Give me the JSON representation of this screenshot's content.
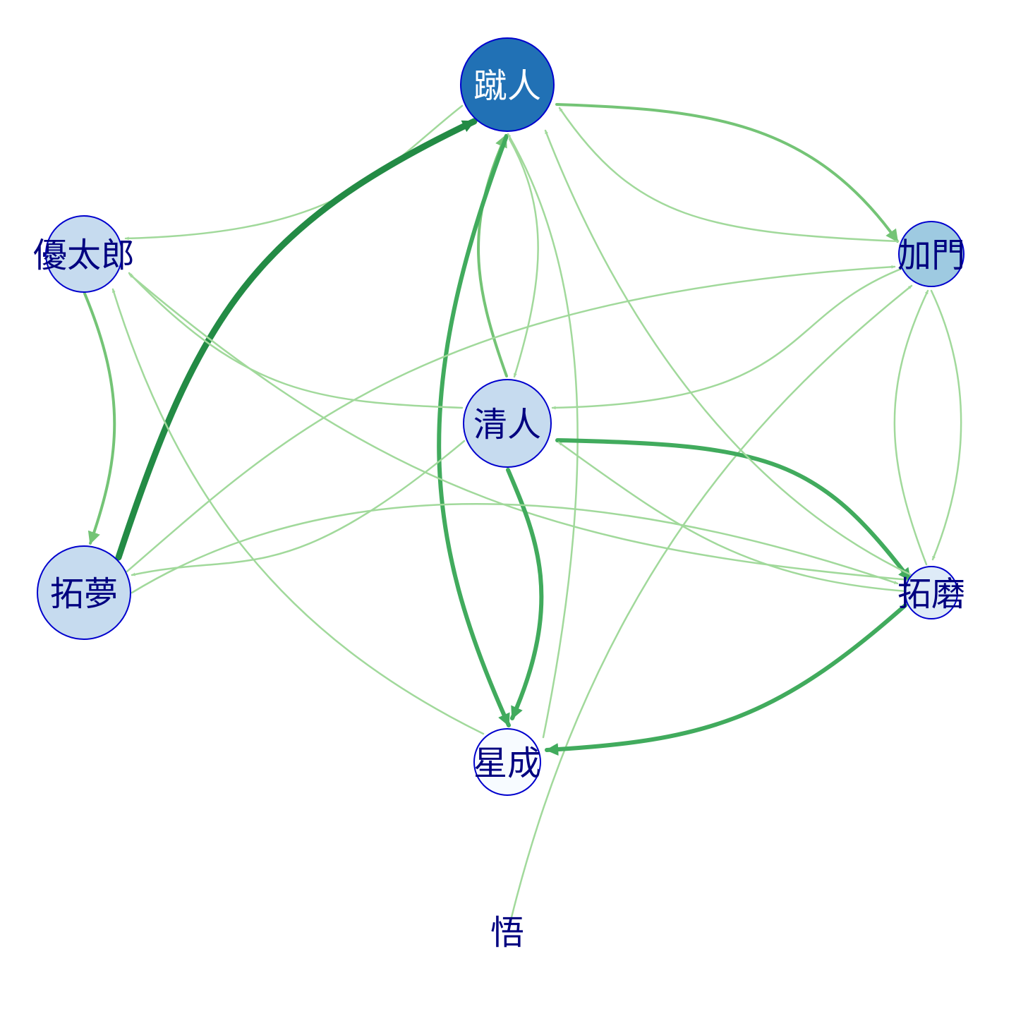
{
  "graph": {
    "nodes": [
      {
        "id": "keito",
        "label": "蹴人",
        "fill": "#2171b5",
        "text_color": "#ffffff"
      },
      {
        "id": "yutaro",
        "label": "優太郎",
        "fill": "#c6dbef",
        "text_color": "#000080"
      },
      {
        "id": "kado",
        "label": "加門",
        "fill": "#9ecae1",
        "text_color": "#000080"
      },
      {
        "id": "kiyoto",
        "label": "清人",
        "fill": "#c6dbef",
        "text_color": "#000080"
      },
      {
        "id": "takumu",
        "label": "拓夢",
        "fill": "#c6dbef",
        "text_color": "#000080"
      },
      {
        "id": "takuma",
        "label": "拓磨",
        "fill": "#deebf7",
        "text_color": "#000080"
      },
      {
        "id": "seina",
        "label": "星成",
        "fill": "#f7fbff",
        "text_color": "#000080"
      },
      {
        "id": "satoru",
        "label": "悟",
        "fill": "none",
        "text_color": "#000080"
      }
    ],
    "edges": [
      {
        "from": "keito",
        "to": "kado",
        "weight": 3
      },
      {
        "from": "kado",
        "to": "keito",
        "weight": 1
      },
      {
        "from": "keito",
        "to": "yutaro",
        "weight": 1
      },
      {
        "from": "keito",
        "to": "kiyoto",
        "weight": 1
      },
      {
        "from": "kiyoto",
        "to": "keito",
        "weight": 3
      },
      {
        "from": "keito",
        "to": "seina",
        "weight": 4
      },
      {
        "from": "seina",
        "to": "keito",
        "weight": 1
      },
      {
        "from": "takumu",
        "to": "keito",
        "weight": 6
      },
      {
        "from": "yutaro",
        "to": "takumu",
        "weight": 3
      },
      {
        "from": "kiyoto",
        "to": "yutaro",
        "weight": 1
      },
      {
        "from": "takuma",
        "to": "yutaro",
        "weight": 1
      },
      {
        "from": "seina",
        "to": "yutaro",
        "weight": 1
      },
      {
        "from": "takumu",
        "to": "kado",
        "weight": 1
      },
      {
        "from": "kado",
        "to": "kiyoto",
        "weight": 1
      },
      {
        "from": "satoru",
        "to": "kado",
        "weight": 1
      },
      {
        "from": "kado",
        "to": "takuma",
        "weight": 1
      },
      {
        "from": "takuma",
        "to": "kado",
        "weight": 1
      },
      {
        "from": "kiyoto",
        "to": "takuma",
        "weight": 4
      },
      {
        "from": "takuma",
        "to": "kiyoto",
        "weight": 1
      },
      {
        "from": "kiyoto",
        "to": "seina",
        "weight": 4
      },
      {
        "from": "kiyoto",
        "to": "takumu",
        "weight": 1
      },
      {
        "from": "takumu",
        "to": "takuma",
        "weight": 1
      },
      {
        "from": "takuma",
        "to": "keito",
        "weight": 1
      },
      {
        "from": "takuma",
        "to": "seina",
        "weight": 4
      }
    ],
    "edge_colors": {
      "light": "#a1d99b",
      "medium": "#74c476",
      "strong": "#41ab5d",
      "darkest": "#238b45"
    },
    "node_stroke": "#0000cd"
  }
}
